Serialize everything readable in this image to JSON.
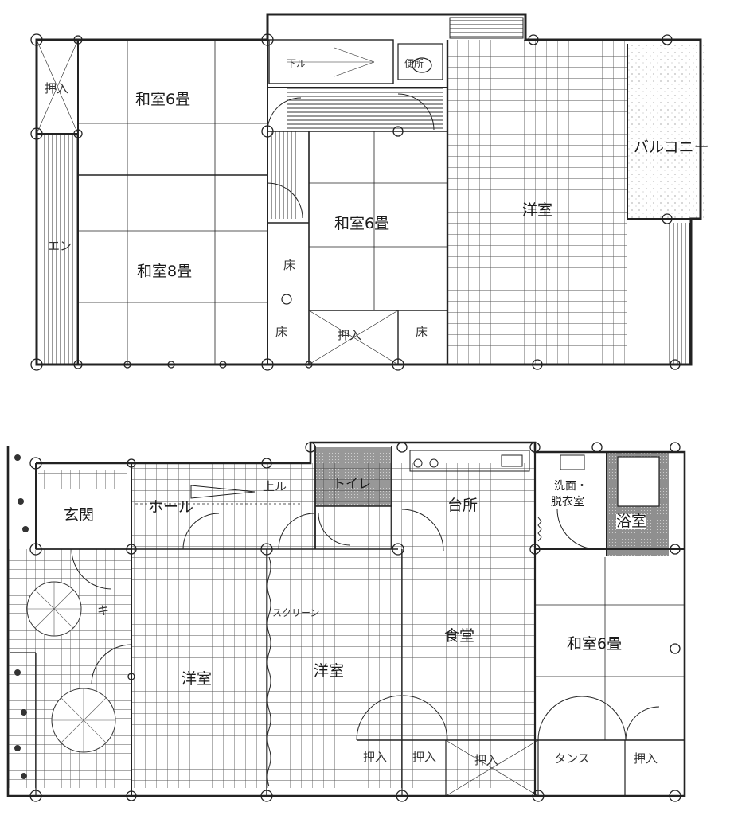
{
  "upper_floor": {
    "rooms": {
      "washitsu_6_nw": "和室6畳",
      "washitsu_8": "和室8畳",
      "washitsu_6_center": "和室6畳",
      "yoshitsu": "洋室",
      "balcony": "バルコニー"
    },
    "notes": {
      "oshiire_nw": "押入",
      "oshiire_center": "押入",
      "toko_1": "床",
      "toko_2": "床",
      "toko_3": "床",
      "en": "エン",
      "shita": "下ル",
      "toilet": "便所"
    }
  },
  "lower_floor": {
    "rooms": {
      "genkan": "玄関",
      "hall": "ホール",
      "toilet": "トイレ",
      "kitchen": "台所",
      "washroom_line1": "洗面・",
      "washroom_line2": "脱衣室",
      "bath": "浴室",
      "dining": "食堂",
      "washitsu_6": "和室6畳",
      "yoshitsu_left": "洋室",
      "yoshitsu_right": "洋室"
    },
    "notes": {
      "up_stairs": "上ル",
      "screen": "スクリーン",
      "oshiire_1": "押入",
      "oshiire_2": "押入",
      "oshiire_3": "押入",
      "tansu": "タンス",
      "oshiire_4": "押入",
      "ki": "キ"
    }
  }
}
